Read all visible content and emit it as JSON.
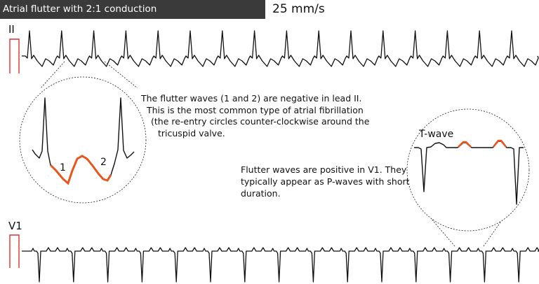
{
  "header": {
    "title": "Atrial flutter with 2:1 conduction",
    "speed": "25 mm/s"
  },
  "leads": {
    "top": "II",
    "bottom": "V1"
  },
  "zoom_left": {
    "label_1": "1",
    "label_2": "2"
  },
  "zoom_right": {
    "t_wave_label": "T-wave"
  },
  "note_lead_ii": {
    "line1": "The flutter waves (1 and 2) are negative in lead II.",
    "line2": "This is the most common type of atrial fibrillation",
    "line3": "(the re-entry circles counter-clockwise around the",
    "line4": "tricuspid valve."
  },
  "note_v1": {
    "line1": "Flutter waves are positive in V1. They",
    "line2": "typically appear as P-waves with short",
    "line3": "duration."
  },
  "colors": {
    "title_bg": "#3a3a3a",
    "calibration": "#e03030",
    "flutter_highlight": "#e8561e",
    "trace": "#111111"
  }
}
